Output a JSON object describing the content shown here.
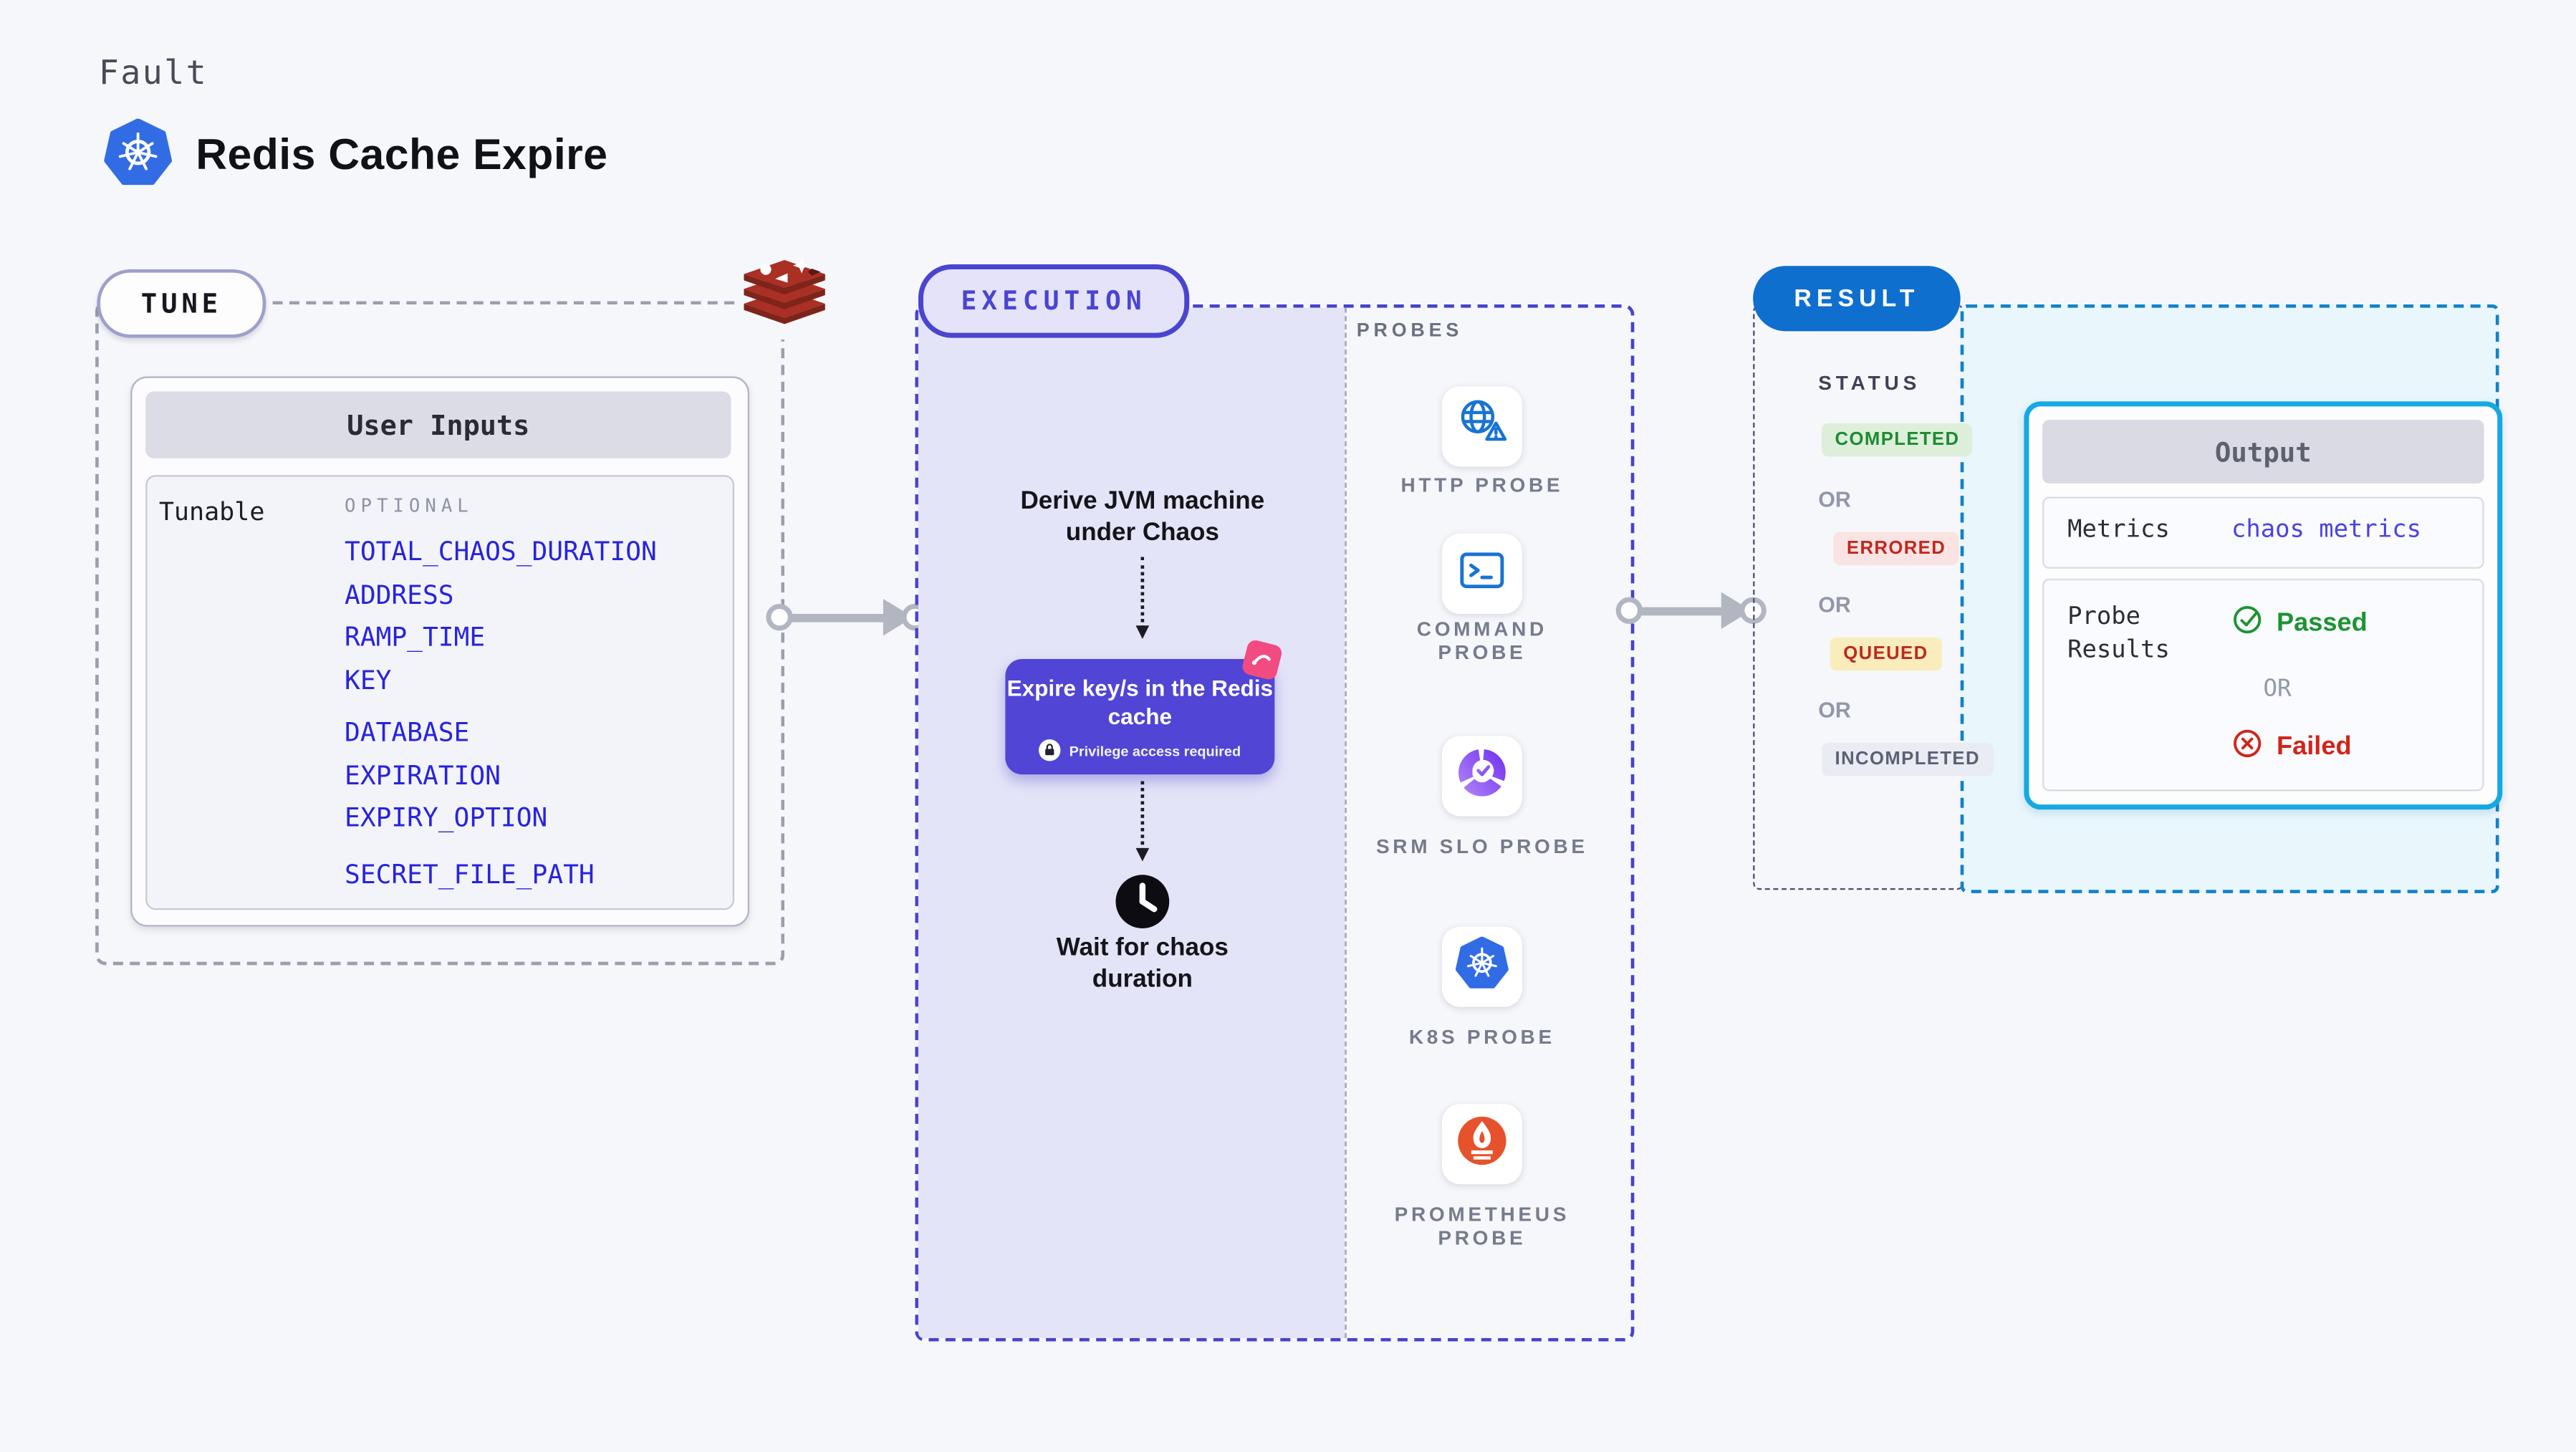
{
  "header": {
    "kicker": "Fault",
    "title": "Redis Cache Expire"
  },
  "tune": {
    "label": "TUNE",
    "card_title": "User Inputs",
    "row_label": "Tunable",
    "group_label": "OPTIONAL",
    "items": [
      "TOTAL_CHAOS_DURATION",
      "ADDRESS",
      "RAMP_TIME",
      "KEY",
      "DATABASE",
      "EXPIRATION",
      "EXPIRY_OPTION",
      "SECRET_FILE_PATH"
    ]
  },
  "execution": {
    "label": "EXECUTION",
    "pre_step": "Derive JVM machine under Chaos",
    "node_title": "Expire key/s in the Redis cache",
    "node_note": "Privilege access required",
    "post_step": "Wait for chaos duration"
  },
  "probes": {
    "label": "PROBES",
    "items": [
      {
        "name": "HTTP PROBE",
        "icon": "globe-alert-icon"
      },
      {
        "name": "COMMAND PROBE",
        "icon": "terminal-icon"
      },
      {
        "name": "SRM SLO PROBE",
        "icon": "slo-gauge-icon"
      },
      {
        "name": "K8S PROBE",
        "icon": "kubernetes-icon"
      },
      {
        "name": "PROMETHEUS PROBE",
        "icon": "prometheus-icon"
      }
    ]
  },
  "result": {
    "label": "RESULT",
    "status_label": "STATUS",
    "or_label": "OR",
    "statuses": [
      {
        "label": "COMPLETED",
        "color": "#1d8b31",
        "bg": "#ddefdb"
      },
      {
        "label": "ERRORED",
        "color": "#c2271d",
        "bg": "#fae4e3"
      },
      {
        "label": "QUEUED",
        "color": "#c2271d",
        "bg": "#f9edbd"
      },
      {
        "label": "INCOMPLETED",
        "color": "#5b6175",
        "bg": "#eaecf4"
      }
    ],
    "output": {
      "title": "Output",
      "metrics_label": "Metrics",
      "metrics_value": "chaos metrics",
      "probe_results_label": "Probe Results",
      "passed_label": "Passed",
      "or_label": "OR",
      "failed_label": "Failed"
    }
  },
  "colors": {
    "accent_indigo": "#4742cf",
    "node_purple": "#5145d5",
    "result_blue": "#0e6fce",
    "output_cyan": "#14a9e2",
    "probe_icon_blue": "#1873d3",
    "passed_green": "#1d9334",
    "failed_red": "#d0251a"
  }
}
